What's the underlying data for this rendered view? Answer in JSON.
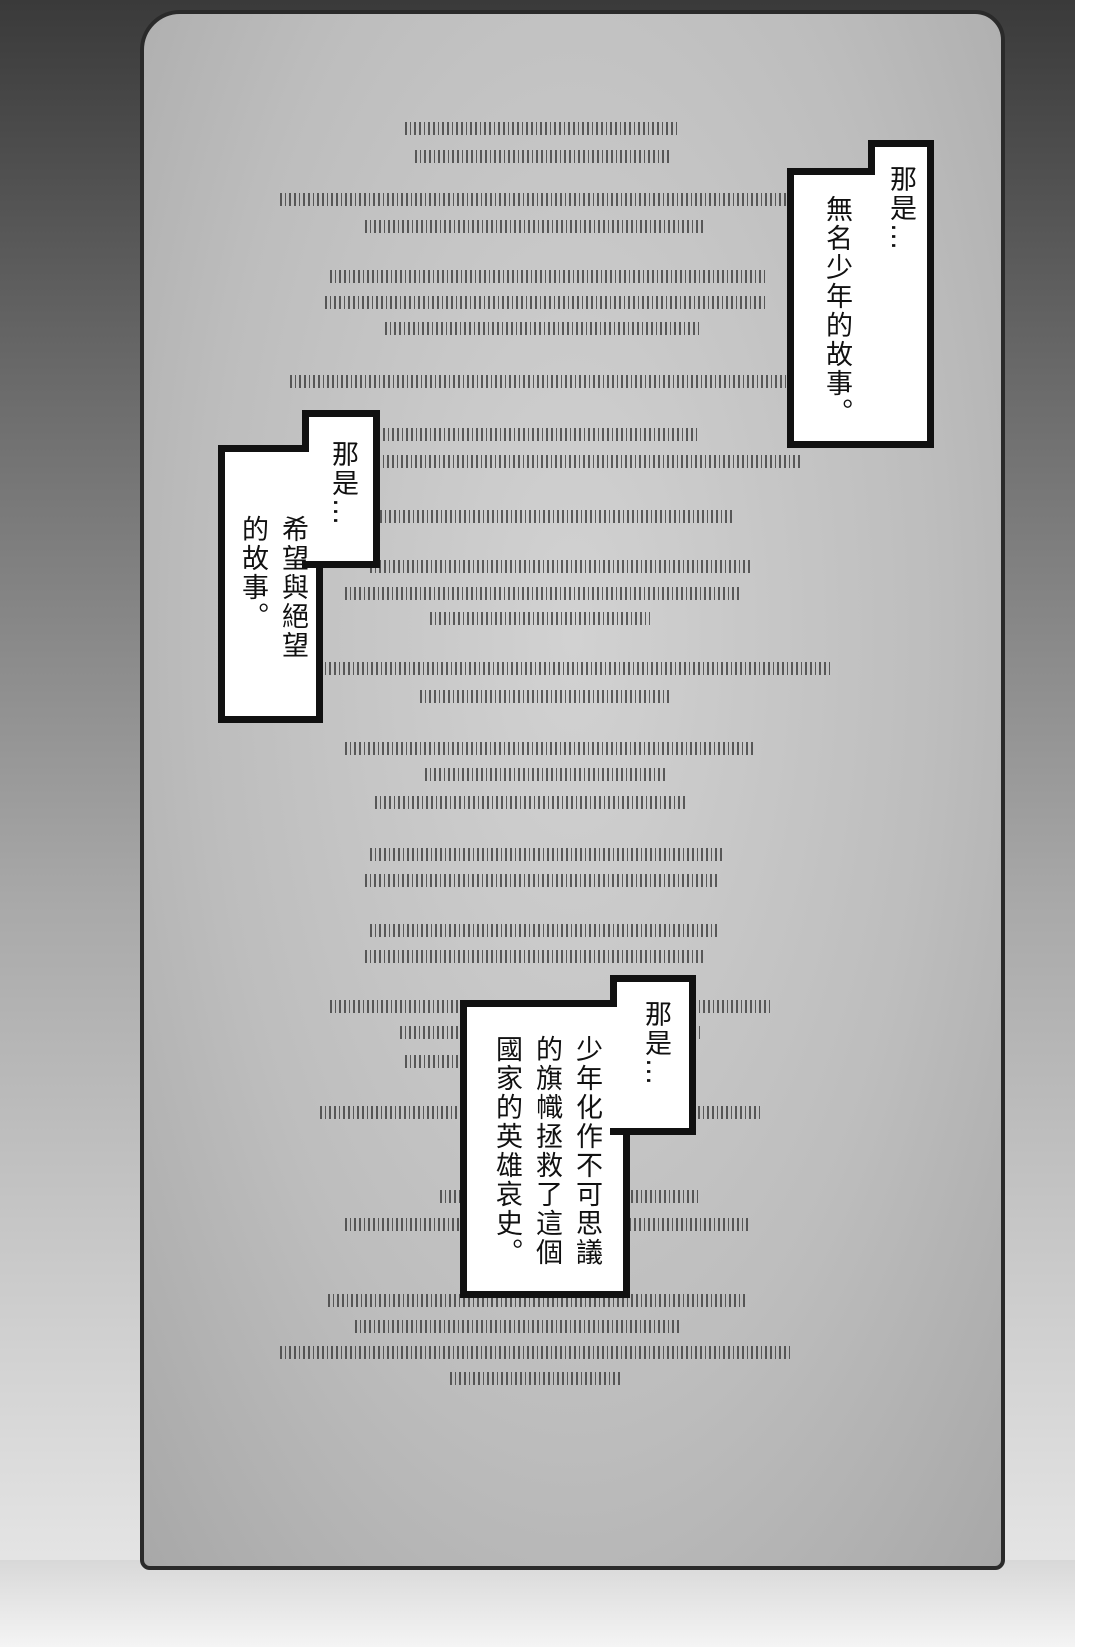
{
  "captions": [
    {
      "lead": "那是…",
      "lines": [
        "無名少年的故事。"
      ]
    },
    {
      "lead": "那是…",
      "lines": [
        "希望與絕望",
        "的故事。"
      ]
    },
    {
      "lead": "那是…",
      "lines": [
        "少年化作不可思議",
        "的旗幟拯救了這個",
        "國家的英雄哀史。"
      ]
    }
  ]
}
